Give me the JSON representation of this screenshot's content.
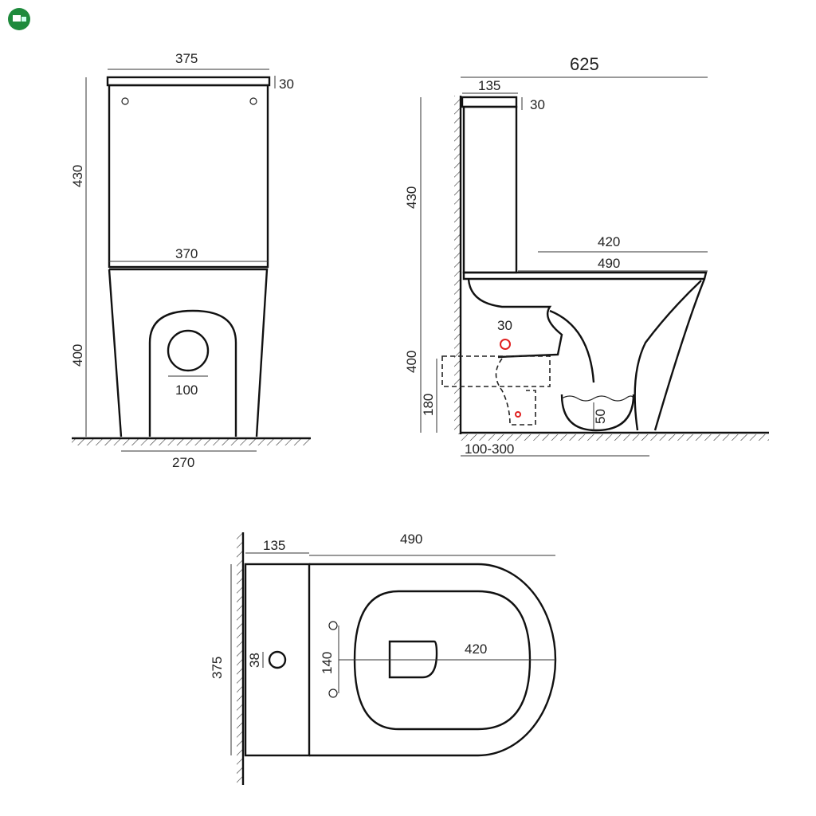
{
  "logo": {
    "icon": "green-badge-bed-logo",
    "color": "#1e8a3c"
  },
  "front_view": {
    "width_top": "375",
    "lid_thickness": "30",
    "tank_height": "430",
    "tank_width": "370",
    "bowl_height": "400",
    "outlet_diameter": "100",
    "base_width": "270"
  },
  "side_view": {
    "total_depth": "625",
    "tank_depth": "135",
    "lid_thickness": "30",
    "tank_height": "430",
    "seat_opening": "420",
    "bowl_length": "490",
    "bowl_height": "400",
    "inlet_diameter": "30",
    "outlet_height": "180",
    "water_depth": "50",
    "wall_distance": "100-300",
    "accent_color": "#e02020"
  },
  "top_view": {
    "tank_depth": "135",
    "bowl_length": "490",
    "width": "375",
    "hole_diameter": "38",
    "bolt_spacing": "140",
    "seat_length": "420"
  }
}
